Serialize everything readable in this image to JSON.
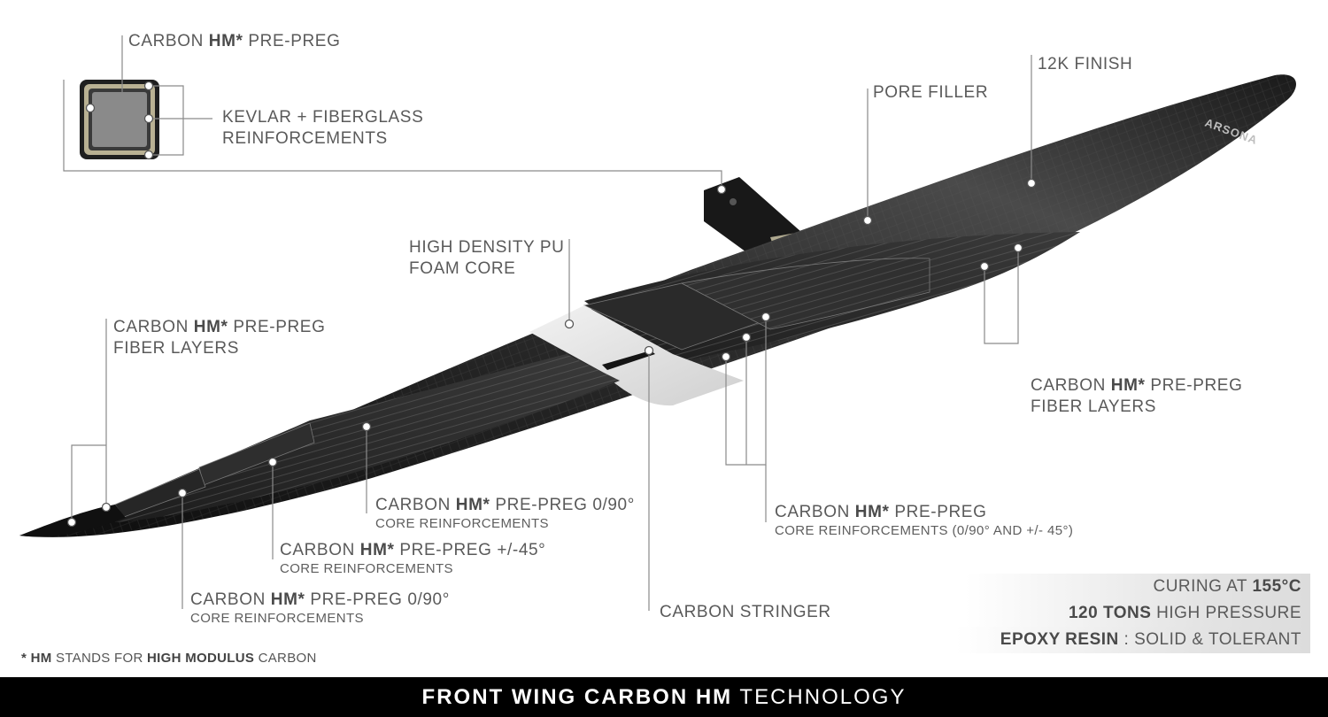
{
  "labels": {
    "carbon_hm_preprag_top": {
      "prefix": "CARBON ",
      "bold": "HM*",
      "suffix": " PRE-PREG"
    },
    "kevlar_line1": "KEVLAR + FIBERGLASS",
    "kevlar_line2": "REINFORCEMENTS",
    "finish_12k": "12K FINISH",
    "pore_filler": "PORE FILLER",
    "foam_core_line1": "HIGH DENSITY PU",
    "foam_core_line2": "FOAM CORE",
    "fiber_layers_left": {
      "prefix": "CARBON ",
      "bold": "HM*",
      "suffix": " PRE-PREG",
      "line2": "FIBER LAYERS"
    },
    "fiber_layers_right": {
      "prefix": "CARBON ",
      "bold": "HM*",
      "suffix": " PRE-PREG",
      "line2": "FIBER LAYERS"
    },
    "core_090_upper": {
      "prefix": "CARBON ",
      "bold": "HM*",
      "suffix": " PRE-PREG 0/90°",
      "sub": "CORE REINFORCEMENTS"
    },
    "core_45": {
      "prefix": "CARBON ",
      "bold": "HM*",
      "suffix": " PRE-PREG +/-45°",
      "sub": "CORE REINFORCEMENTS"
    },
    "core_090_lower": {
      "prefix": "CARBON ",
      "bold": "HM*",
      "suffix": " PRE-PREG 0/90°",
      "sub": "CORE REINFORCEMENTS"
    },
    "core_mixed": {
      "prefix": "CARBON ",
      "bold": "HM*",
      "suffix": " PRE-PREG",
      "sub": "CORE REINFORCEMENTS (0/90° AND +/- 45°)"
    },
    "carbon_stringer": "CARBON STRINGER"
  },
  "specs": [
    {
      "text": "CURING AT ",
      "bold": "155°C",
      "after": ""
    },
    {
      "text": "",
      "bold": "120 TONS",
      "after": " HIGH PRESSURE"
    },
    {
      "text": "",
      "bold": "EPOXY RESIN",
      "after": " : SOLID & TOLERANT"
    }
  ],
  "footnote": {
    "star_bold": "* HM",
    "mid": " STANDS FOR ",
    "bold2": "HIGH MODULUS",
    "end": " CARBON"
  },
  "banner": {
    "bold": "FRONT WING CARBON HM",
    "rest": " TECHNOLOGY"
  },
  "wing_logo": "ARSONA",
  "colors": {
    "banner_bg": "#000000",
    "wing_dark": "#1b1b1b",
    "foam_core": "#e6e6e6",
    "leader_line": "#8a8a8a"
  }
}
